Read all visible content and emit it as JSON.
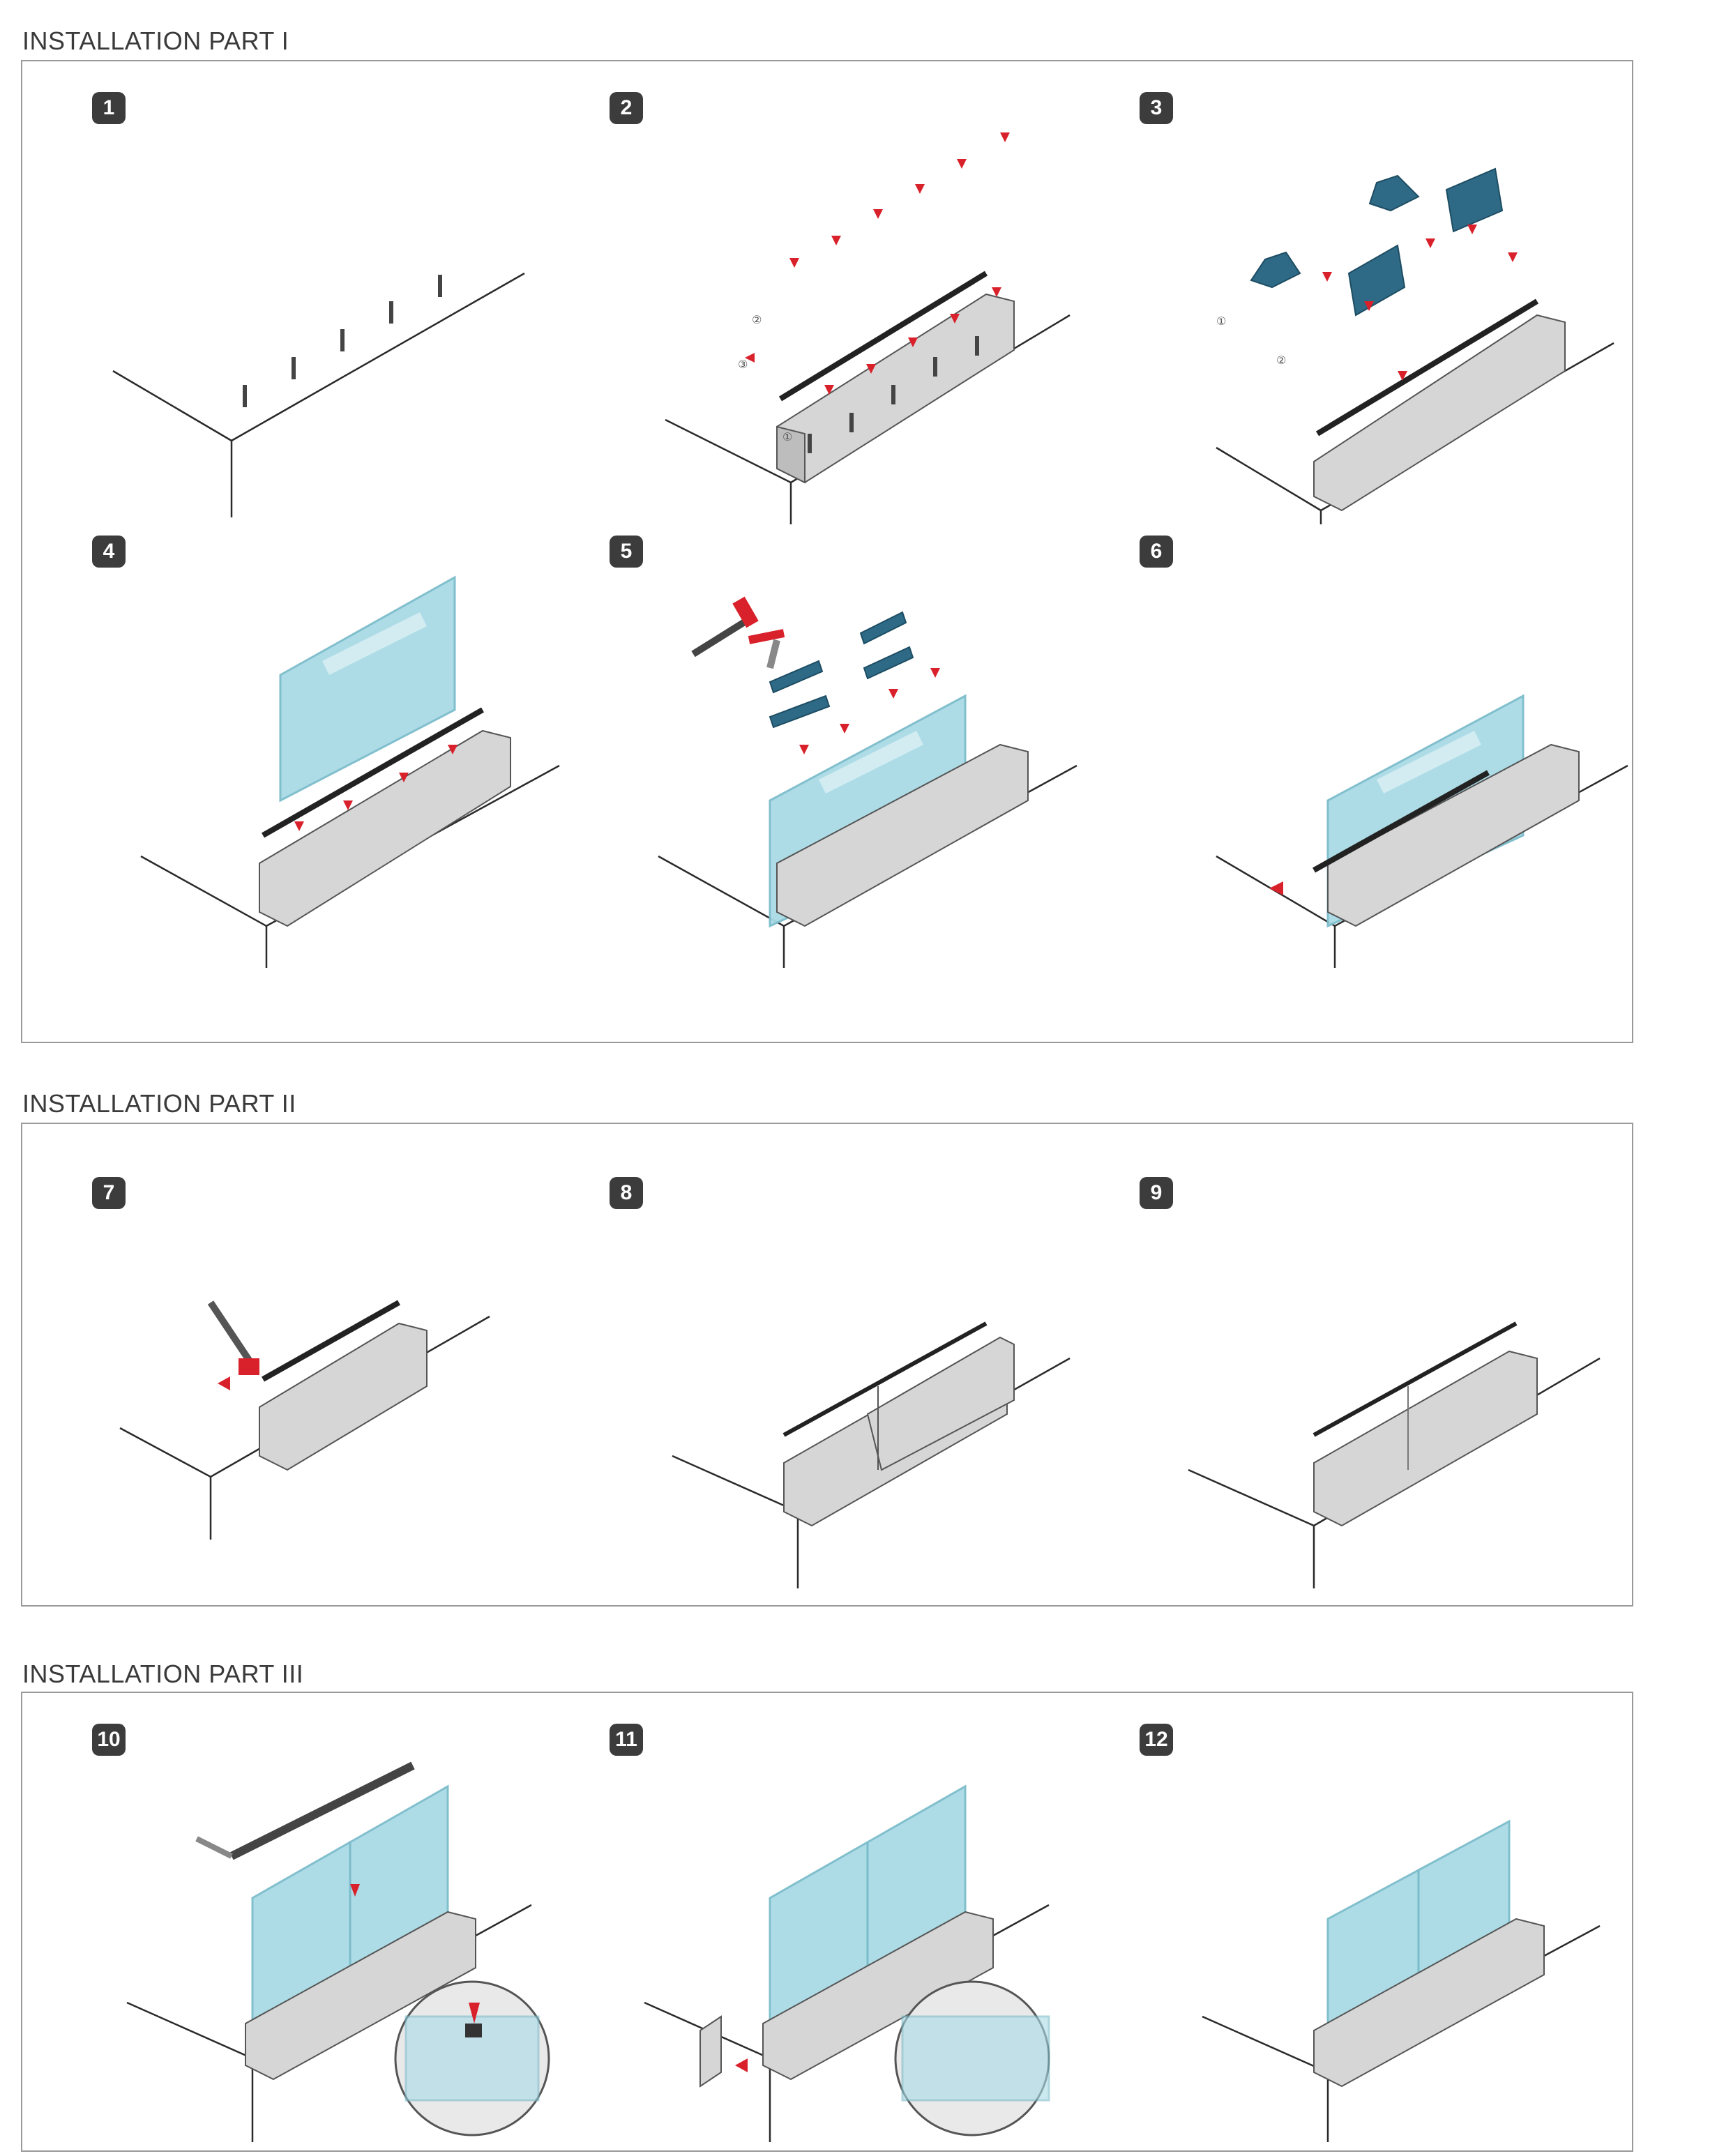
{
  "sections": [
    {
      "title": "INSTALLATION PART I",
      "steps": [
        "1",
        "2",
        "3",
        "4",
        "5",
        "6"
      ]
    },
    {
      "title": "INSTALLATION PART II",
      "steps": [
        "7",
        "8",
        "9"
      ]
    },
    {
      "title": "INSTALLATION PART III",
      "steps": [
        "10",
        "11",
        "12"
      ]
    }
  ],
  "step2_labels": [
    "②",
    "③",
    "①"
  ],
  "step3_labels": [
    "①",
    "②"
  ],
  "colors": {
    "border": "#9a9a9a",
    "badge": "#3c3c3c",
    "arrow": "#d9212b",
    "glass": "#a9dbe6",
    "wedge": "#2e6a86",
    "profile": "#d6d6d6"
  },
  "icons": [
    "hammer-icon",
    "wedge-icon",
    "bolt-icon",
    "arrow-icon",
    "glass-panel-icon",
    "profile-icon",
    "end-cap-icon"
  ]
}
